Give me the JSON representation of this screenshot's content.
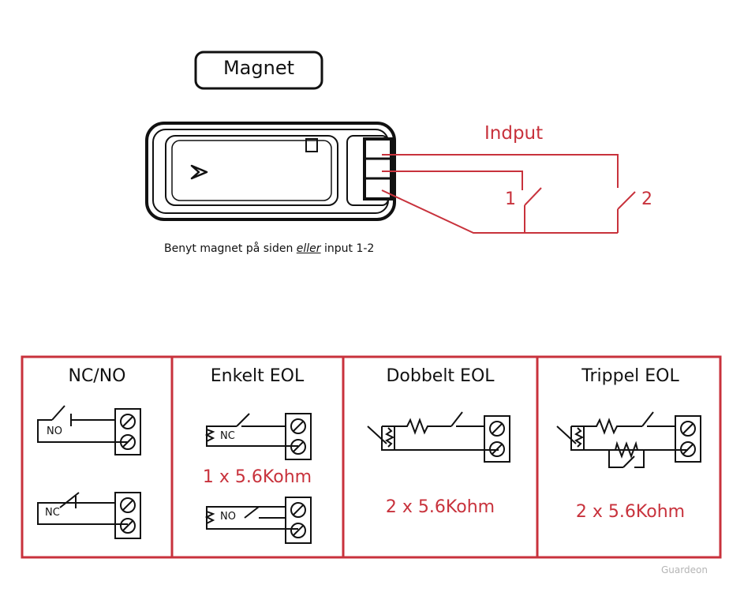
{
  "top": {
    "magnet_label": "Magnet",
    "input_label": "Indput",
    "switch1_label": "1",
    "switch2_label": "2",
    "note_before": "Benyt magnet på siden",
    "note_emph": "eller",
    "note_after": " input 1-2"
  },
  "panels": [
    {
      "title": "NC/NO",
      "tags": [
        "NO",
        "NC"
      ]
    },
    {
      "title": "Enkelt  EOL",
      "tags": [
        "NC",
        "NO"
      ],
      "note": "1 x 5.6Kohm"
    },
    {
      "title": "Dobbelt EOL",
      "note": "2 x 5.6Kohm"
    },
    {
      "title": "Trippel EOL",
      "note": "2 x 5.6Kohm"
    }
  ],
  "watermark": "Guardeon",
  "colors": {
    "accent_red": "#c8323c",
    "line": "#111111"
  }
}
